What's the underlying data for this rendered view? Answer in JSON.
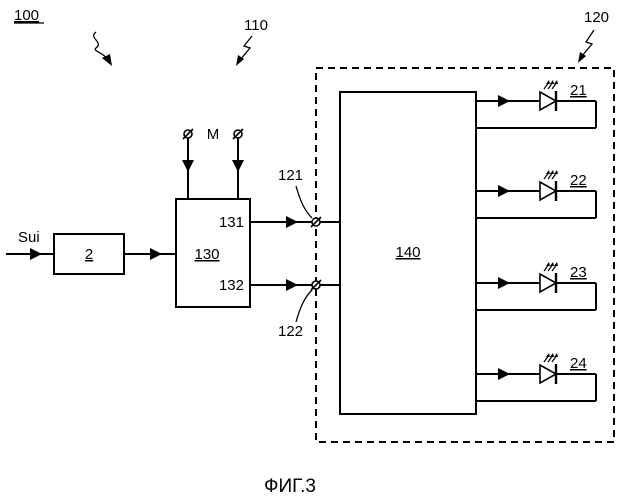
{
  "labels": {
    "system": "100",
    "converter": "110",
    "module": "120",
    "input_signal": "Sui",
    "block_2": "2",
    "block_130": "130",
    "out_131": "131",
    "out_132": "132",
    "supply": "M",
    "terminal_121": "121",
    "terminal_122": "122",
    "block_140": "140",
    "led_21": "21",
    "led_22": "22",
    "led_23": "23",
    "led_24": "24",
    "figure_caption": "ФИГ.3"
  }
}
